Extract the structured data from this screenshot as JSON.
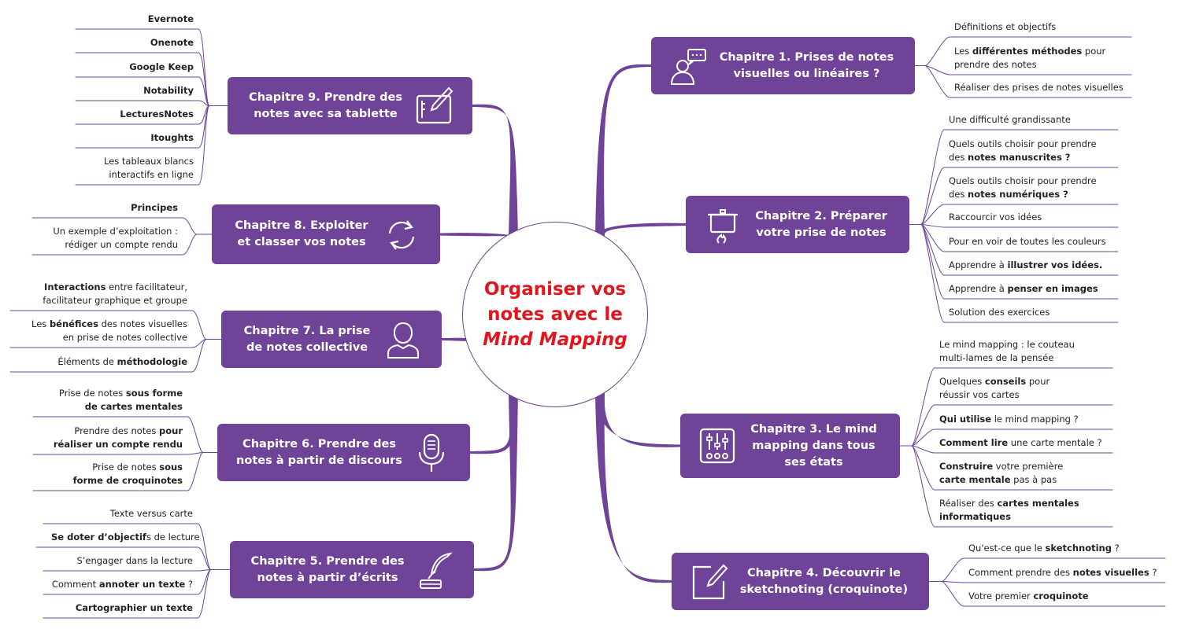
{
  "center": {
    "line1": "Organiser vos",
    "line2": "notes avec le",
    "line3": "Mind Mapping"
  },
  "colors": {
    "accent": "#6e4398",
    "center_text": "#e0161f"
  },
  "chapters": [
    {
      "title_l1": "Chapitre 1. Prises de notes",
      "title_l2": "visuelles ou linéaires ?",
      "icon": "person-speech-icon",
      "items": [
        [
          "Définitions et objectifs",
          ""
        ],
        [
          "Les **différentes méthodes** pour",
          "prendre des notes"
        ],
        [
          "Réaliser des prises de notes visuelles",
          ""
        ]
      ]
    },
    {
      "title_l1": "Chapitre 2. Préparer",
      "title_l2": "votre prise de notes",
      "icon": "cooking-pot-icon",
      "items": [
        [
          "Une difficulté grandissante",
          ""
        ],
        [
          "Quels outils choisir pour prendre",
          "des **notes manuscrites ?**"
        ],
        [
          "Quels outils choisir pour prendre",
          "des **notes numériques ?**"
        ],
        [
          "Raccourcir vos idées",
          ""
        ],
        [
          "Pour en voir de toutes les couleurs",
          ""
        ],
        [
          "Apprendre à **illustrer vos idées.**",
          ""
        ],
        [
          "Apprendre à **penser en images**",
          ""
        ],
        [
          "Solution des exercices",
          ""
        ]
      ]
    },
    {
      "title_l1": "Chapitre 3. Le mind",
      "title_l2": "mapping dans tous",
      "title_l3": "ses états",
      "icon": "sliders-icon",
      "items": [
        [
          "Le mind mapping : le couteau",
          "multi-lames de la pensée"
        ],
        [
          "Quelques **conseils** pour",
          "réussir vos cartes"
        ],
        [
          "**Qui utilise** le mind mapping ?",
          ""
        ],
        [
          "**Comment lire** une carte mentale ?",
          ""
        ],
        [
          "**Construire** votre première",
          "**carte mentale** pas à pas"
        ],
        [
          "Réaliser des **cartes mentales**",
          "**informatiques**"
        ]
      ]
    },
    {
      "title_l1": "Chapitre 4. Découvrir le",
      "title_l2": "sketchnoting (croquinote)",
      "icon": "pencil-square-icon",
      "items": [
        [
          "Qu'est-ce que le **sketchnoting** ?",
          ""
        ],
        [
          "Comment prendre des **notes visuelles** ?",
          ""
        ],
        [
          "Votre premier **croquinote**",
          ""
        ]
      ]
    },
    {
      "title_l1": "Chapitre 5. Prendre des",
      "title_l2": "notes à partir d’écrits",
      "icon": "quill-ink-icon",
      "items": [
        [
          "Texte versus carte",
          ""
        ],
        [
          "**Se doter d’objectif**s de lecture",
          ""
        ],
        [
          "S’engager dans la lecture",
          ""
        ],
        [
          "Comment **annoter un texte** ?",
          ""
        ],
        [
          "**Cartographier un texte**",
          ""
        ]
      ]
    },
    {
      "title_l1": "Chapitre 6. Prendre des",
      "title_l2": "notes à partir de discours",
      "icon": "microphone-icon",
      "items": [
        [
          "Prise de notes **sous forme**",
          "**de cartes mentales**"
        ],
        [
          "Prendre des notes **pour**",
          "**réaliser un compte rendu**"
        ],
        [
          "Prise de notes **sous**",
          "**forme de croquinotes**"
        ]
      ]
    },
    {
      "title_l1": "Chapitre 7. La prise",
      "title_l2": "de notes collective",
      "icon": "person-icon",
      "items": [
        [
          "**Interactions** entre facilitateur,",
          "facilitateur graphique et groupe"
        ],
        [
          "Les **bénéfices** des notes visuelles",
          "en prise de notes collective"
        ],
        [
          "Éléments de **méthodologie**",
          ""
        ]
      ]
    },
    {
      "title_l1": "Chapitre 8. Exploiter",
      "title_l2": "et classer vos notes",
      "icon": "refresh-icon",
      "items": [
        [
          "**Principes**",
          ""
        ],
        [
          "Un exemple d’exploitation :",
          "rédiger un compte rendu"
        ]
      ]
    },
    {
      "title_l1": "Chapitre 9. Prendre des",
      "title_l2": "notes avec sa tablette",
      "icon": "tablet-pen-icon",
      "items": [
        [
          "**Evernote**",
          ""
        ],
        [
          "**Onenote**",
          ""
        ],
        [
          "**Google Keep**",
          ""
        ],
        [
          "**Notability**",
          ""
        ],
        [
          "**LecturesNotes**",
          ""
        ],
        [
          "**Itoughts**",
          ""
        ],
        [
          "Les tableaux blancs",
          "interactifs en ligne"
        ]
      ]
    }
  ]
}
